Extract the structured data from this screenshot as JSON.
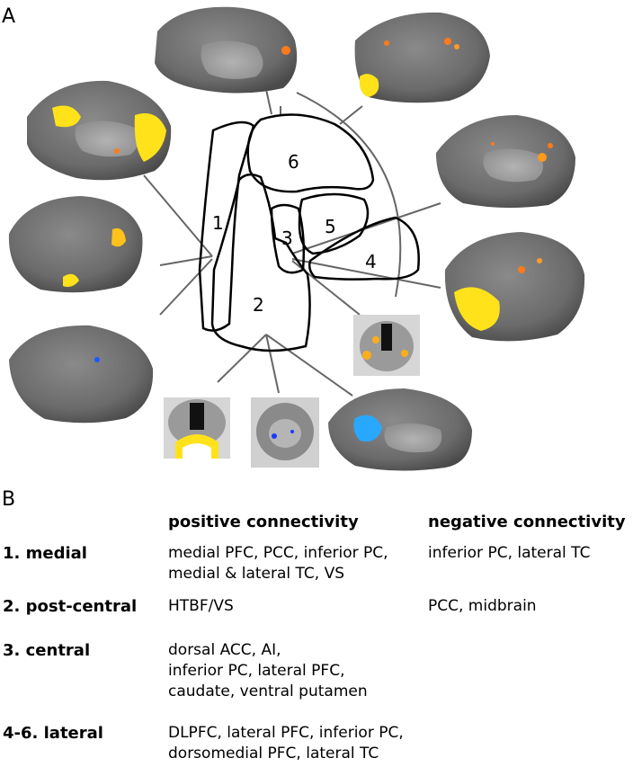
{
  "panel_a_label": "A",
  "panel_b_label": "B",
  "regions": [
    "1",
    "2",
    "3",
    "4",
    "5",
    "6"
  ],
  "table": {
    "header_positive": "positive connectivity",
    "header_negative": "negative connectivity",
    "rows": [
      {
        "name": "1. medial",
        "positive": [
          "medial PFC, PCC, inferior PC,",
          "medial & lateral TC, VS"
        ],
        "negative": [
          "inferior PC, lateral TC"
        ]
      },
      {
        "name": "2. post-central",
        "positive": [
          "HTBF/VS"
        ],
        "negative": [
          "PCC, midbrain"
        ]
      },
      {
        "name": "3. central",
        "positive": [
          "dorsal ACC, AI,",
          "inferior PC, lateral PFC,",
          "caudate, ventral putamen"
        ],
        "negative": []
      },
      {
        "name": "4-6. lateral",
        "positive": [
          "DLPFC, lateral PFC, inferior PC,",
          "dorsomedial PFC, lateral TC"
        ],
        "negative": []
      }
    ]
  }
}
